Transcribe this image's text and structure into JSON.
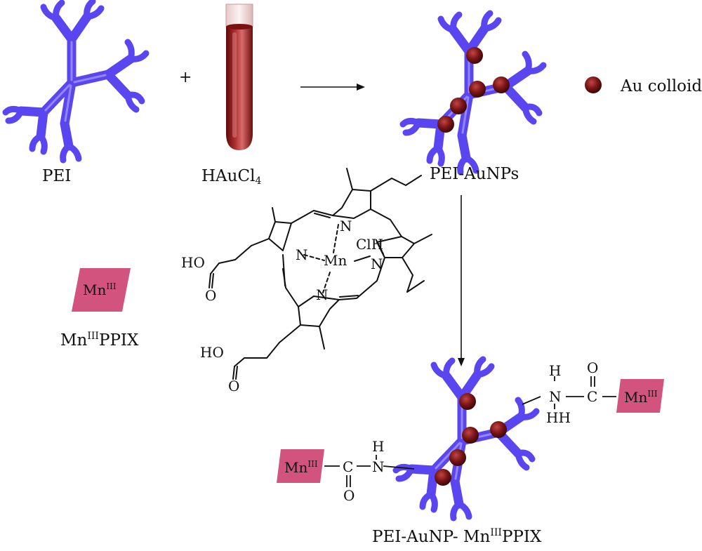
{
  "colors": {
    "dendrimer": "#5a46f0",
    "dendrimer_light": "#8b7cff",
    "gold": "#6b1414",
    "tube": "#8a1a1a",
    "mnppix_badge": "#d2537e"
  },
  "labels": {
    "pei": "PEI",
    "haucl4_main": "HAuCl",
    "haucl4_sub": "4",
    "plus": "+",
    "pei_aunps": "PEI-AuNPs",
    "au_colloid": "Au colloid",
    "mnppix_prefix": "Mn",
    "mnppix_sup": "III",
    "mnppix_suffix": "PPIX",
    "final_prefix": "PEI-AuNP- Mn",
    "final_sup": "III",
    "final_suffix": "PPIX"
  },
  "badge": {
    "main": "Mn",
    "sup": "III"
  },
  "structure": {
    "ho_top": "HO",
    "o_top": "O",
    "ho_bottom": "HO",
    "o_bottom": "O",
    "n_left": "N",
    "n_top": "N",
    "n_right": "N",
    "n_bottom": "N",
    "mn": "Mn",
    "clh": "ClH"
  },
  "linkers": {
    "right_h_top": "H",
    "right_n": "N",
    "right_hh": "HH",
    "right_c": "C",
    "right_o": "O",
    "left_c": "C",
    "left_n": "N",
    "left_h": "H",
    "left_o": "O"
  }
}
